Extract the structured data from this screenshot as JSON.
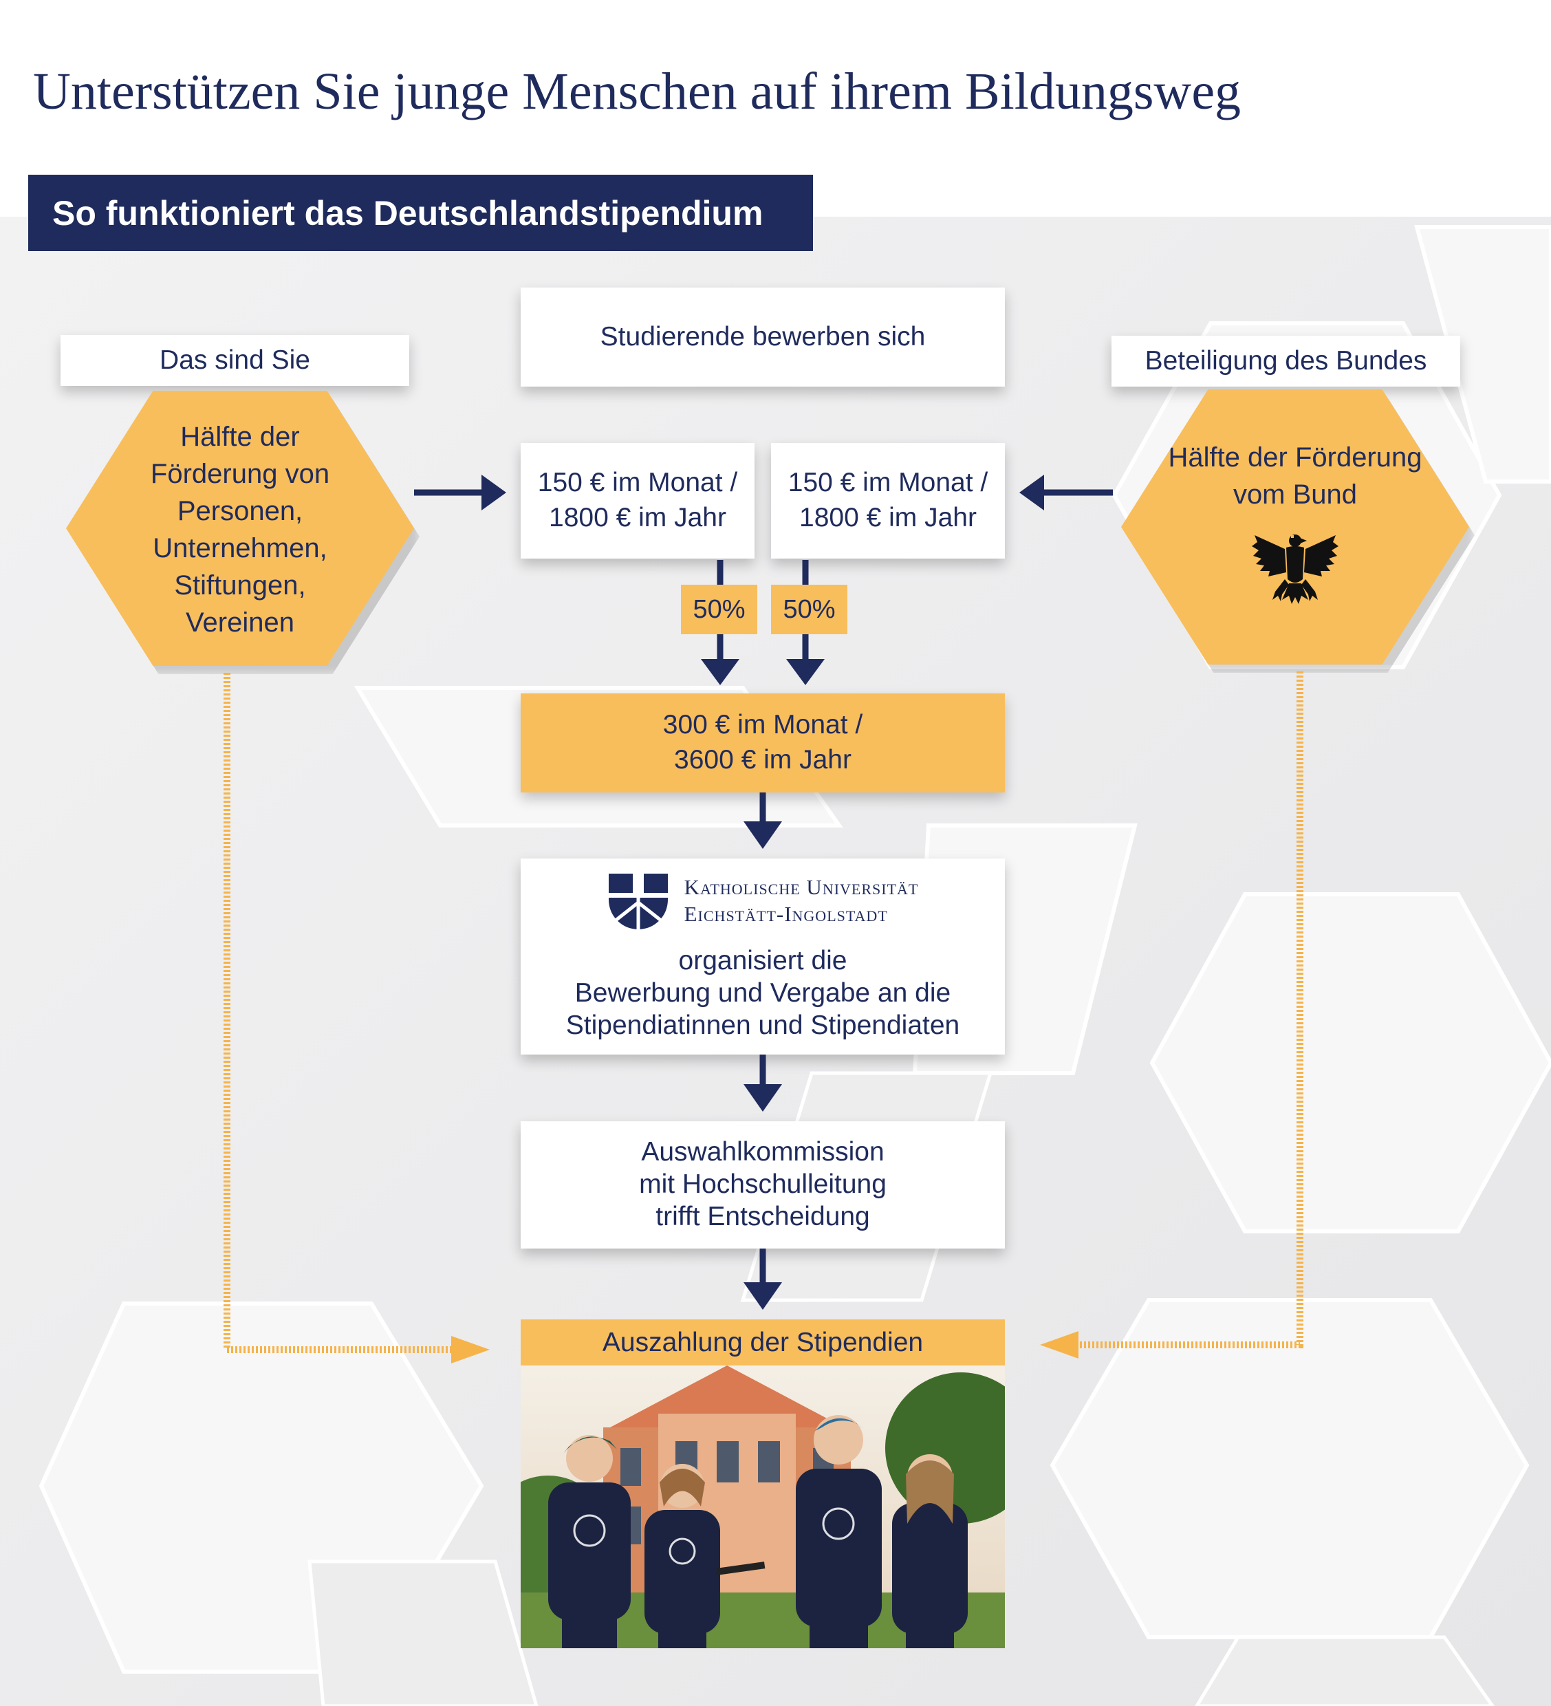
{
  "header": {
    "title": "Unterstützen Sie junge Menschen auf ihrem Bildungsweg",
    "section": "So funktioniert das Deutschlandstipendium"
  },
  "left": {
    "label": "Das sind Sie",
    "hex_lines": [
      "Hälfte der",
      "Förderung von",
      "Personen,",
      "Unternehmen,",
      "Stiftungen,",
      "Vereinen"
    ]
  },
  "right": {
    "label": "Beteiligung des Bundes",
    "hex_lines": [
      "Hälfte der Förderung",
      "vom Bund"
    ],
    "emblem": "federal-eagle-icon"
  },
  "flow": {
    "apply": "Studierende bewerben sich",
    "half_left": [
      "150 € im Monat /",
      "1800 € im Jahr"
    ],
    "half_right": [
      "150 € im Monat /",
      "1800 € im Jahr"
    ],
    "pct_left": "50%",
    "pct_right": "50%",
    "total": [
      "300 € im Monat /",
      "3600 € im Jahr"
    ],
    "university_name": [
      "Katholische Universität",
      "Eichstätt-Ingolstadt"
    ],
    "university_text": [
      "organisiert die",
      "Bewerbung und Vergabe an die",
      "Stipendiatinnen und Stipendiaten"
    ],
    "committee": [
      "Auswahlkommission",
      "mit Hochschulleitung",
      "trifft Entscheidung"
    ],
    "payout": "Auszahlung der Stipendien"
  },
  "colors": {
    "navy": "#1f2b5c",
    "orange": "#f8be5c",
    "white": "#ffffff",
    "background": "#ececed"
  }
}
